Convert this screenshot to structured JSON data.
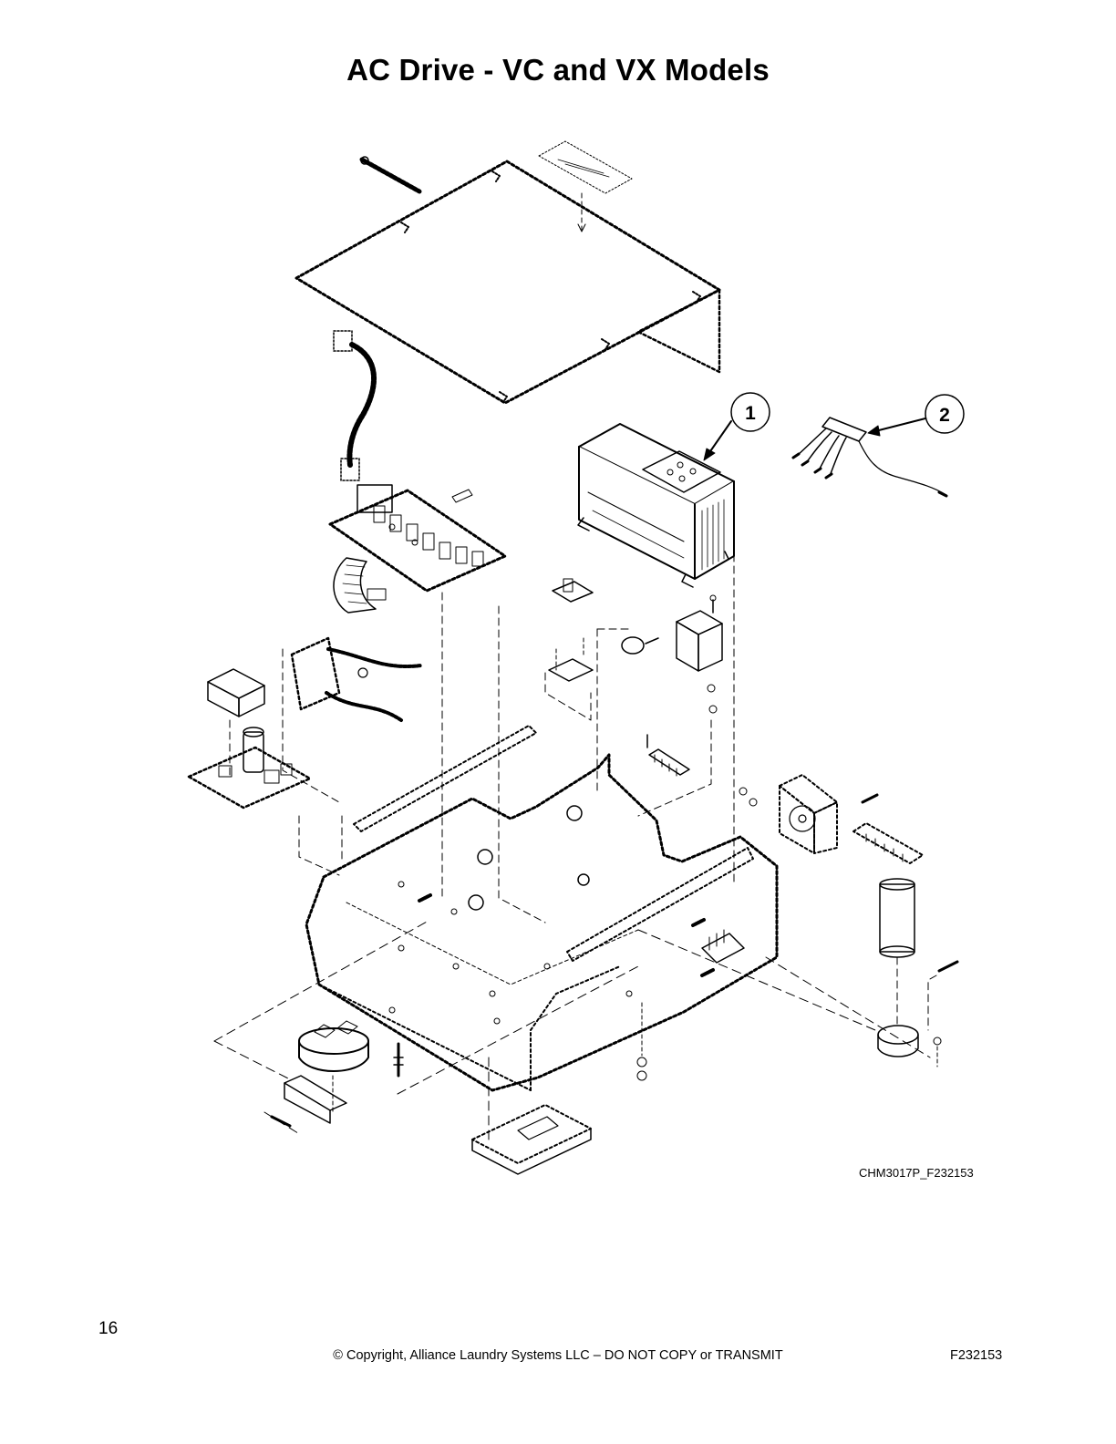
{
  "page": {
    "title": "AC Drive - VC and VX Models",
    "drawing_code": "CHM3017P_F232153",
    "page_number": "16",
    "copyright": "© Copyright, Alliance Laundry Systems LLC – DO NOT COPY or TRANSMIT",
    "figure_id": "F232153"
  },
  "callouts": [
    {
      "number": "1",
      "part": "ac-drive"
    },
    {
      "number": "2",
      "part": "wire-harness"
    }
  ],
  "colors": {
    "ink": "#000000",
    "background": "#ffffff"
  }
}
